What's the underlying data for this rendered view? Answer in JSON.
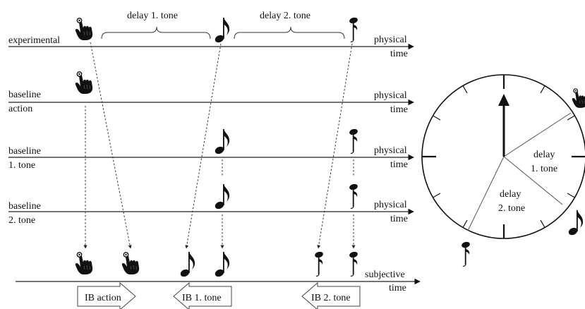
{
  "rows": {
    "experimental": {
      "label_lines": [
        "experimental"
      ],
      "axis_label_lines": [
        "physical",
        "time"
      ]
    },
    "baseline_action": {
      "label_lines": [
        "baseline",
        "action"
      ],
      "axis_label_lines": [
        "physical",
        "time"
      ]
    },
    "baseline_tone1": {
      "label_lines": [
        "baseline",
        "1. tone"
      ],
      "axis_label_lines": [
        "physical",
        "time"
      ]
    },
    "baseline_tone2": {
      "label_lines": [
        "baseline",
        "2. tone"
      ],
      "axis_label_lines": [
        "physical",
        "time"
      ]
    },
    "subjective": {
      "axis_label_lines": [
        "subjective",
        "time"
      ]
    }
  },
  "braces": {
    "delay1": "delay  1. tone",
    "delay2": "delay  2. tone"
  },
  "binding_boxes": {
    "action": "IB action",
    "tone1": "IB 1. tone",
    "tone2": "IB 2. tone"
  },
  "clock": {
    "delay1_lines": [
      "delay",
      "1. tone"
    ],
    "delay2_lines": [
      "delay",
      "2. tone"
    ]
  },
  "icons": {
    "action": "pointing-hand-icon",
    "tone1": "eighth-note-icon",
    "tone2": "sixteenth-note-icon"
  },
  "colors": {
    "ink": "#111111",
    "background": "#ffffff"
  }
}
